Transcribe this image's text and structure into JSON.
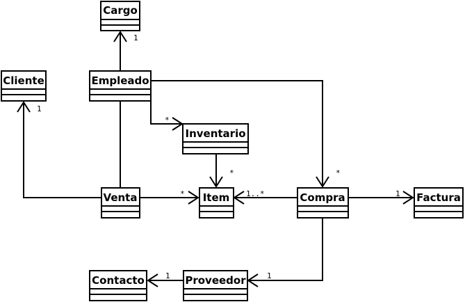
{
  "classes": {
    "cargo": "Cargo",
    "cliente": "Cliente",
    "empleado": "Empleado",
    "inventario": "Inventario",
    "venta": "Venta",
    "item": "Item",
    "compra": "Compra",
    "factura": "Factura",
    "contacto": "Contacto",
    "proveedor": "Proveedor"
  },
  "multiplicities": {
    "empleado_cargo": "1",
    "venta_cliente": "1",
    "empleado_inventario": "*",
    "inventario_item": "*",
    "empleado_compra": "*",
    "venta_item": "*",
    "compra_item": "1..*",
    "compra_factura": "1",
    "compra_proveedor": "1",
    "proveedor_contacto": "1"
  }
}
